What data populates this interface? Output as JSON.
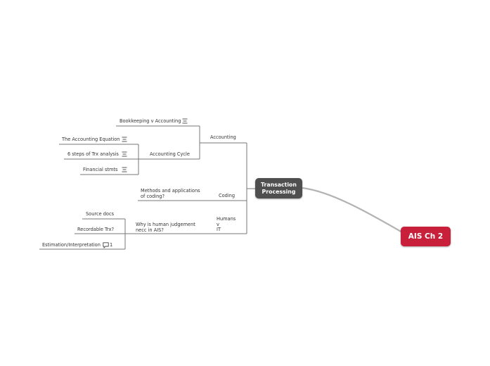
{
  "root": {
    "label": "AIS Ch 2",
    "color": "#c8203a"
  },
  "main_topic": {
    "line1": "Transaction",
    "line2": "Processing",
    "color": "#4f4f4f"
  },
  "branches": {
    "accounting": "Accounting",
    "bookkeeping": "Bookkeeping v Accounting",
    "accounting_cycle": "Accounting Cycle",
    "accounting_equation": "The Accounting Equation",
    "trx_steps": "6 steps of Trx analysis",
    "financial_stmts": "Financial stmts",
    "coding": "Coding",
    "methods_line1": "Methods and applications",
    "methods_line2": "of coding?",
    "humans_line1": "Humans",
    "humans_line2": "v",
    "humans_line3": "IT",
    "judgement_line1": "Why is human judgement",
    "judgement_line2": "necc in AIS?",
    "source_docs": "Source docs",
    "recordable_trx": "Recordable Trx?",
    "estimation": "Estimation/Interpretation",
    "comment_count": "1"
  },
  "icons": {
    "notes": "notes-icon",
    "comment": "comment-icon"
  }
}
